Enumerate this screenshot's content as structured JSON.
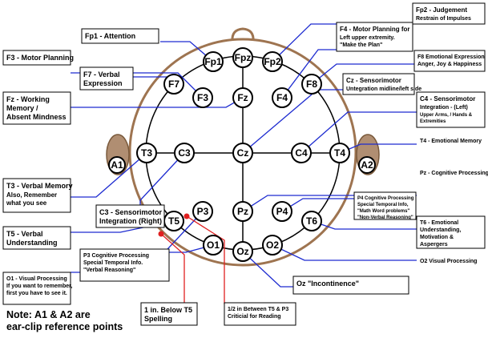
{
  "colors": {
    "head": "#9e7450",
    "ear": "#b08e72",
    "blue_line": "#1d2bd0",
    "red_line": "#e02020",
    "box_border": "#000000"
  },
  "electrodes": [
    {
      "id": "Fpz",
      "label": "Fpz"
    },
    {
      "id": "Fp1",
      "label": "Fp1"
    },
    {
      "id": "Fp2",
      "label": "Fp2"
    },
    {
      "id": "F7",
      "label": "F7"
    },
    {
      "id": "F3",
      "label": "F3"
    },
    {
      "id": "Fz",
      "label": "Fz"
    },
    {
      "id": "F4",
      "label": "F4"
    },
    {
      "id": "F8",
      "label": "F8"
    },
    {
      "id": "T3",
      "label": "T3"
    },
    {
      "id": "C3",
      "label": "C3"
    },
    {
      "id": "Cz",
      "label": "Cz"
    },
    {
      "id": "C4",
      "label": "C4"
    },
    {
      "id": "T4",
      "label": "T4"
    },
    {
      "id": "T5",
      "label": "T5"
    },
    {
      "id": "P3",
      "label": "P3"
    },
    {
      "id": "Pz",
      "label": "Pz"
    },
    {
      "id": "P4",
      "label": "P4"
    },
    {
      "id": "T6",
      "label": "T6"
    },
    {
      "id": "O1",
      "label": "O1"
    },
    {
      "id": "Oz",
      "label": "Oz"
    },
    {
      "id": "O2",
      "label": "O2"
    },
    {
      "id": "A1",
      "label": "A1"
    },
    {
      "id": "A2",
      "label": "A2"
    }
  ],
  "callouts": [
    {
      "id": "fp1",
      "lines": [
        "Fp1 - Attention"
      ]
    },
    {
      "id": "f3",
      "lines": [
        "F3 - Motor Planning"
      ]
    },
    {
      "id": "f7",
      "lines": [
        "F7 - Verbal",
        "Expression"
      ]
    },
    {
      "id": "fz",
      "lines": [
        "Fz - Working",
        "Memory /",
        "Absent Mindness"
      ]
    },
    {
      "id": "t3",
      "lines": [
        "T3 - Verbal Memory",
        "Also, Remember",
        "what you see"
      ]
    },
    {
      "id": "c3",
      "lines": [
        "C3 - Sensorimotor",
        "Integration (Right)"
      ]
    },
    {
      "id": "t5",
      "lines": [
        "T5 - Verbal",
        "Understanding"
      ]
    },
    {
      "id": "p3",
      "lines": [
        "P3 Cognitive Processing",
        "Special Temporal Info.",
        "\"Verbal Reasoning\""
      ]
    },
    {
      "id": "o1",
      "lines": [
        "O1 - Visual Processing",
        "If you want to remember,",
        "first you have to see it."
      ]
    },
    {
      "id": "t5below",
      "lines": [
        "1 in. Below T5",
        "Spelling"
      ]
    },
    {
      "id": "half",
      "lines": [
        "1/2 in Between T5 & P3",
        "Criticial for Reading"
      ]
    },
    {
      "id": "oz",
      "lines": [
        "Oz \"Incontinence\""
      ]
    },
    {
      "id": "fp2",
      "lines": [
        "Fp2 - Judgement",
        "Restrain of Impulses"
      ]
    },
    {
      "id": "f4",
      "lines": [
        "F4 - Motor Planning for",
        "Left upper extremity.",
        "\"Make the Plan\""
      ]
    },
    {
      "id": "f8",
      "lines": [
        "F8 Emotional Expression",
        "Anger, Joy & Happiness"
      ]
    },
    {
      "id": "cz",
      "lines": [
        "Cz - Sensorimotor",
        "Untegration midline/left side"
      ]
    },
    {
      "id": "c4",
      "lines": [
        "C4 - Sensorimotor",
        "Integration - (Left)",
        "Upper Arms, / Hands &",
        "Extremities"
      ]
    },
    {
      "id": "t4",
      "lines": [
        "T4 - Emotional Memory"
      ]
    },
    {
      "id": "pz",
      "lines": [
        "Pz - Cognitive Processing"
      ]
    },
    {
      "id": "p4",
      "lines": [
        "P4 Cognitive Processing",
        "Special Temporal Info,",
        "\"Math Word problems\"",
        "\"Non-Verbal Reasoning\""
      ]
    },
    {
      "id": "t6",
      "lines": [
        "T6 - Emotional",
        "Understanding,",
        "Motivation &",
        "Aspergers"
      ]
    },
    {
      "id": "o2",
      "lines": [
        "O2 Visual Processing"
      ]
    }
  ],
  "note": [
    "Note: A1 & A2 are",
    "ear-clip reference points"
  ]
}
